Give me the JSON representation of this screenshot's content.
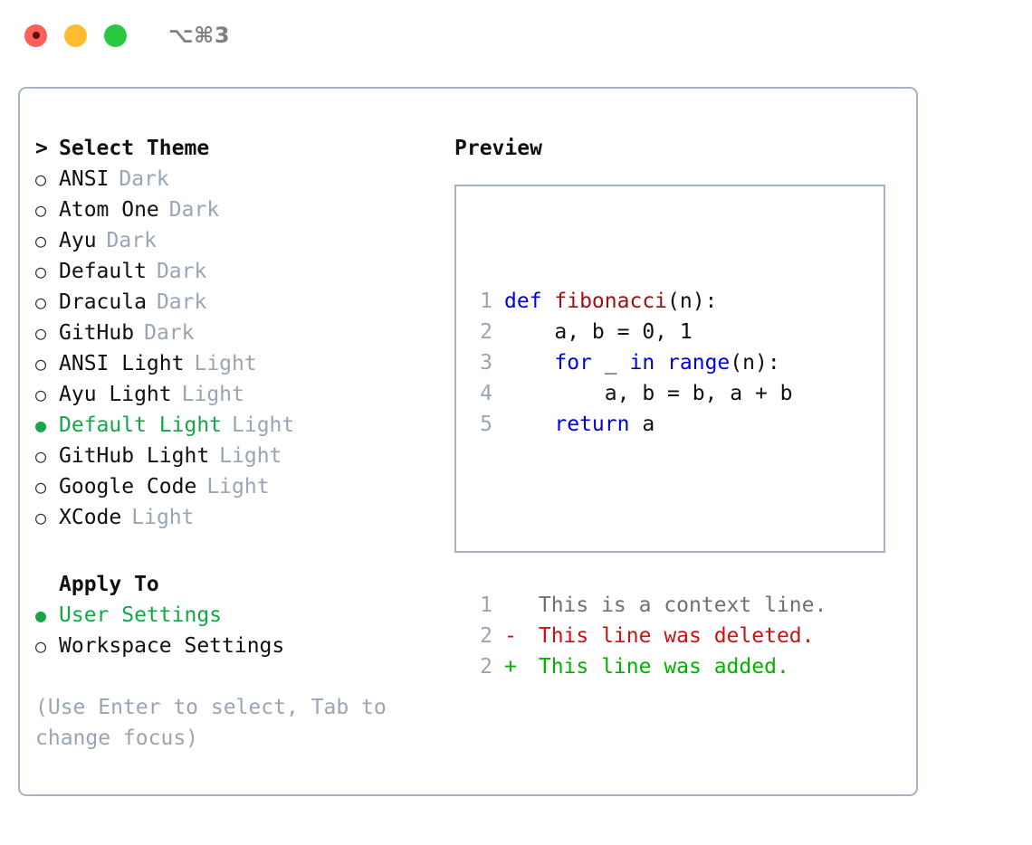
{
  "window": {
    "title": "⌥⌘3",
    "traffic_lights": [
      "close",
      "minimize",
      "maximize"
    ],
    "accent_green": "#15a648",
    "border_color": "#a8b2c0",
    "muted_color": "#9aa5b4"
  },
  "theme_section": {
    "caret": ">",
    "header": "Select Theme",
    "marker_selected": "●",
    "marker_unselected": "○",
    "items": [
      {
        "marker": "○",
        "label": "ANSI",
        "tag": "Dark",
        "selected": false
      },
      {
        "marker": "○",
        "label": "Atom One",
        "tag": "Dark",
        "selected": false
      },
      {
        "marker": "○",
        "label": "Ayu",
        "tag": "Dark",
        "selected": false
      },
      {
        "marker": "○",
        "label": "Default",
        "tag": "Dark",
        "selected": false
      },
      {
        "marker": "○",
        "label": "Dracula",
        "tag": "Dark",
        "selected": false
      },
      {
        "marker": "○",
        "label": "GitHub",
        "tag": "Dark",
        "selected": false
      },
      {
        "marker": "○",
        "label": "ANSI Light",
        "tag": "Light",
        "selected": false
      },
      {
        "marker": "○",
        "label": "Ayu Light",
        "tag": "Light",
        "selected": false
      },
      {
        "marker": "●",
        "label": "Default Light",
        "tag": "Light",
        "selected": true
      },
      {
        "marker": "○",
        "label": "GitHub Light",
        "tag": "Light",
        "selected": false
      },
      {
        "marker": "○",
        "label": "Google Code",
        "tag": "Light",
        "selected": false
      },
      {
        "marker": "○",
        "label": "XCode",
        "tag": "Light",
        "selected": false
      }
    ]
  },
  "apply_to_section": {
    "caret": " ",
    "header": "Apply To",
    "items": [
      {
        "marker": "●",
        "label": "User Settings",
        "tag": "",
        "selected": true
      },
      {
        "marker": "○",
        "label": "Workspace Settings",
        "tag": "",
        "selected": false
      }
    ]
  },
  "hint": "(Use Enter to select, Tab to change focus)",
  "preview": {
    "header": "Preview",
    "code_lines": [
      {
        "lineno": "1",
        "tokens": [
          {
            "text": "def ",
            "type": "kw"
          },
          {
            "text": "fibonacci",
            "type": "fn"
          },
          {
            "text": "(n):",
            "type": "plain"
          }
        ]
      },
      {
        "lineno": "2",
        "tokens": [
          {
            "text": "    a, b = 0, 1",
            "type": "plain"
          }
        ]
      },
      {
        "lineno": "3",
        "tokens": [
          {
            "text": "    ",
            "type": "plain"
          },
          {
            "text": "for",
            "type": "kw"
          },
          {
            "text": " _ ",
            "type": "plain"
          },
          {
            "text": "in",
            "type": "kw"
          },
          {
            "text": " ",
            "type": "plain"
          },
          {
            "text": "range",
            "type": "kw"
          },
          {
            "text": "(n):",
            "type": "plain"
          }
        ]
      },
      {
        "lineno": "4",
        "tokens": [
          {
            "text": "        a, b = b, a + b",
            "type": "plain"
          }
        ]
      },
      {
        "lineno": "5",
        "tokens": [
          {
            "text": "    ",
            "type": "plain"
          },
          {
            "text": "return",
            "type": "kw"
          },
          {
            "text": " a",
            "type": "plain"
          }
        ]
      }
    ],
    "diff_lines": [
      {
        "lineno": "1",
        "mark": " ",
        "text": " This is a context line.",
        "kind": "ctx"
      },
      {
        "lineno": "2",
        "mark": "-",
        "text": " This line was deleted.",
        "kind": "del"
      },
      {
        "lineno": "2",
        "mark": "+",
        "text": " This line was added.",
        "kind": "add"
      }
    ]
  }
}
